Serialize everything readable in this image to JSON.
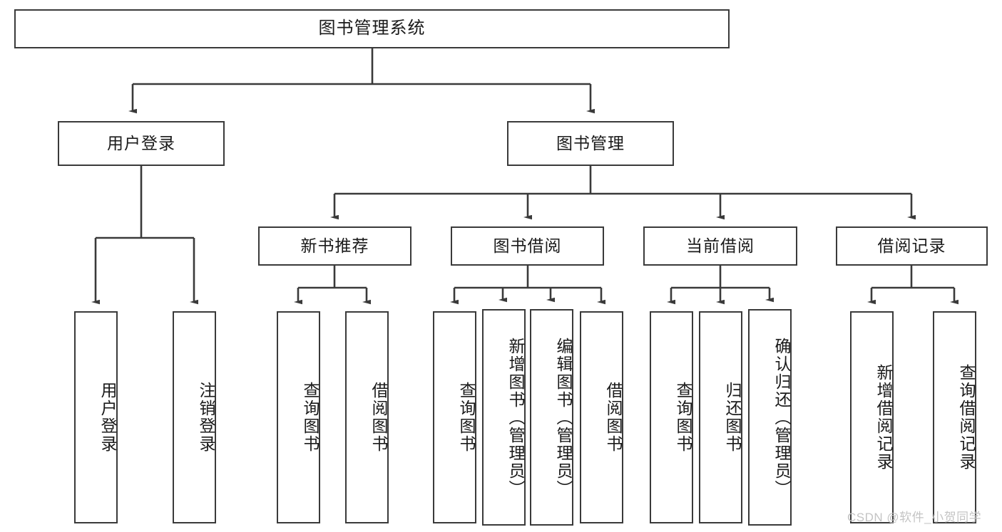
{
  "diagram": {
    "type": "tree-hierarchy-chart",
    "title": "图书管理系统",
    "colors": {
      "box_border": "#3a3a3a",
      "box_fill": "#ffffff",
      "edge": "#3a3a3a",
      "text": "#1a1a1a",
      "watermark": "#c4c4c4",
      "background": "#ffffff"
    },
    "nodes": {
      "root": {
        "label": "图书管理系统"
      },
      "level2": [
        {
          "id": "user-login",
          "label": "用户登录"
        },
        {
          "id": "book-manage",
          "label": "图书管理"
        }
      ],
      "level3": [
        {
          "id": "new-book-recommend",
          "label": "新书推荐"
        },
        {
          "id": "book-borrow",
          "label": "图书借阅"
        },
        {
          "id": "current-borrow",
          "label": "当前借阅"
        },
        {
          "id": "borrow-record",
          "label": "借阅记录"
        }
      ],
      "leaves": {
        "user_login": [
          {
            "id": "leaf-user-login",
            "label": "用户登录"
          },
          {
            "id": "leaf-logout-login",
            "label": "注销登录"
          }
        ],
        "new_book_recommend": [
          {
            "id": "leaf-query-book-1",
            "label": "查询图书"
          },
          {
            "id": "leaf-borrow-book-1",
            "label": "借阅图书"
          }
        ],
        "book_borrow": [
          {
            "id": "leaf-query-book-2",
            "label": "查询图书"
          },
          {
            "id": "leaf-add-book",
            "label": "新增图书（管理员）"
          },
          {
            "id": "leaf-edit-book",
            "label": "编辑图书（管理员）"
          },
          {
            "id": "leaf-borrow-book-2",
            "label": "借阅图书"
          }
        ],
        "current_borrow": [
          {
            "id": "leaf-query-book-3",
            "label": "查询图书"
          },
          {
            "id": "leaf-return-book",
            "label": "归还图书"
          },
          {
            "id": "leaf-confirm-return",
            "label": "确认归还（管理员）"
          }
        ],
        "borrow_record": [
          {
            "id": "leaf-add-record",
            "label": "新增借阅记录"
          },
          {
            "id": "leaf-query-record",
            "label": "查询借阅记录"
          }
        ]
      }
    },
    "watermark": "CSDN @软件_小贺同学"
  }
}
